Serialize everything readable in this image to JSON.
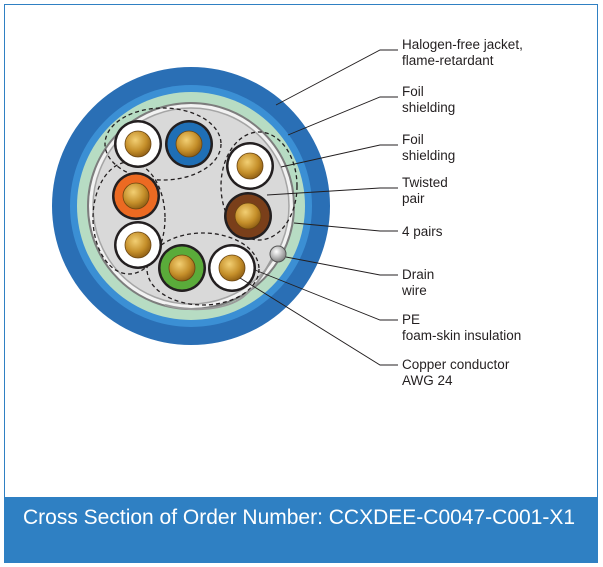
{
  "labels": {
    "jacket": [
      "Halogen-free jacket,",
      "flame-retardant"
    ],
    "foil_outer": [
      "Foil",
      "shielding"
    ],
    "foil_pair": [
      "Foil",
      "shielding"
    ],
    "twisted_pair": [
      "Twisted",
      "pair"
    ],
    "pairs": [
      "4 pairs"
    ],
    "drain": [
      "Drain",
      "wire"
    ],
    "pe": [
      "PE",
      "foam-skin insulation"
    ],
    "copper": [
      "Copper conductor",
      "AWG 24"
    ]
  },
  "caption": "Cross Section of Order Number: CCXDEE-C0047-C001-X1",
  "colors": {
    "jacket": "#2a6fb5",
    "jacket_light": "#3b8fd4",
    "inner_sheath": "#b7dcc3",
    "foil": "#8c8c8c",
    "filler": "#d9d9d9",
    "copper": "#c8962e",
    "caption_bg": "#2f80c3"
  },
  "insulation_colors": [
    "white",
    "blue",
    "white",
    "orange",
    "brown",
    "white",
    "green",
    "white"
  ]
}
